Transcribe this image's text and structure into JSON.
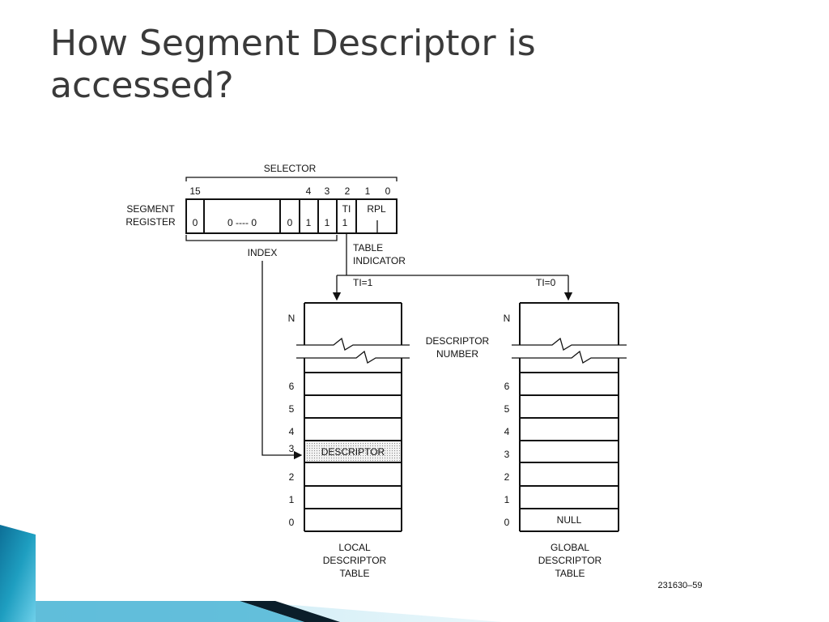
{
  "slide": {
    "title": "How Segment Descriptor is accessed?"
  },
  "diagram": {
    "selector_label": "SELECTOR",
    "segment_register_label": [
      "SEGMENT",
      "REGISTER"
    ],
    "bit_positions": [
      "15",
      "4",
      "3",
      "2",
      "1",
      "0"
    ],
    "register_cells": [
      "0",
      "0 ---- 0",
      "0",
      "1",
      "1"
    ],
    "ti_label": "TI",
    "ti_value": "1",
    "rpl_label": "RPL",
    "index_label": "INDEX",
    "table_indicator_label": [
      "TABLE",
      "INDICATOR"
    ],
    "ti_equal_1": "TI=1",
    "ti_equal_0": "TI=0",
    "descriptor_number_label": [
      "DESCRIPTOR",
      "NUMBER"
    ],
    "top_row_label": "N",
    "row_numbers": [
      "6",
      "5",
      "4",
      "3",
      "2",
      "1",
      "0"
    ],
    "descriptor_entry": "DESCRIPTOR",
    "null_entry": "NULL",
    "local_table_label": [
      "LOCAL",
      "DESCRIPTOR",
      "TABLE"
    ],
    "global_table_label": [
      "GLOBAL",
      "DESCRIPTOR",
      "TABLE"
    ],
    "figure_code": "231630–59"
  },
  "colors": {
    "title": "#3a3a3a",
    "accent_teal": "#1e9ec0",
    "accent_dark": "#0b3a55",
    "descriptor_fill": "#e8e8e8"
  }
}
